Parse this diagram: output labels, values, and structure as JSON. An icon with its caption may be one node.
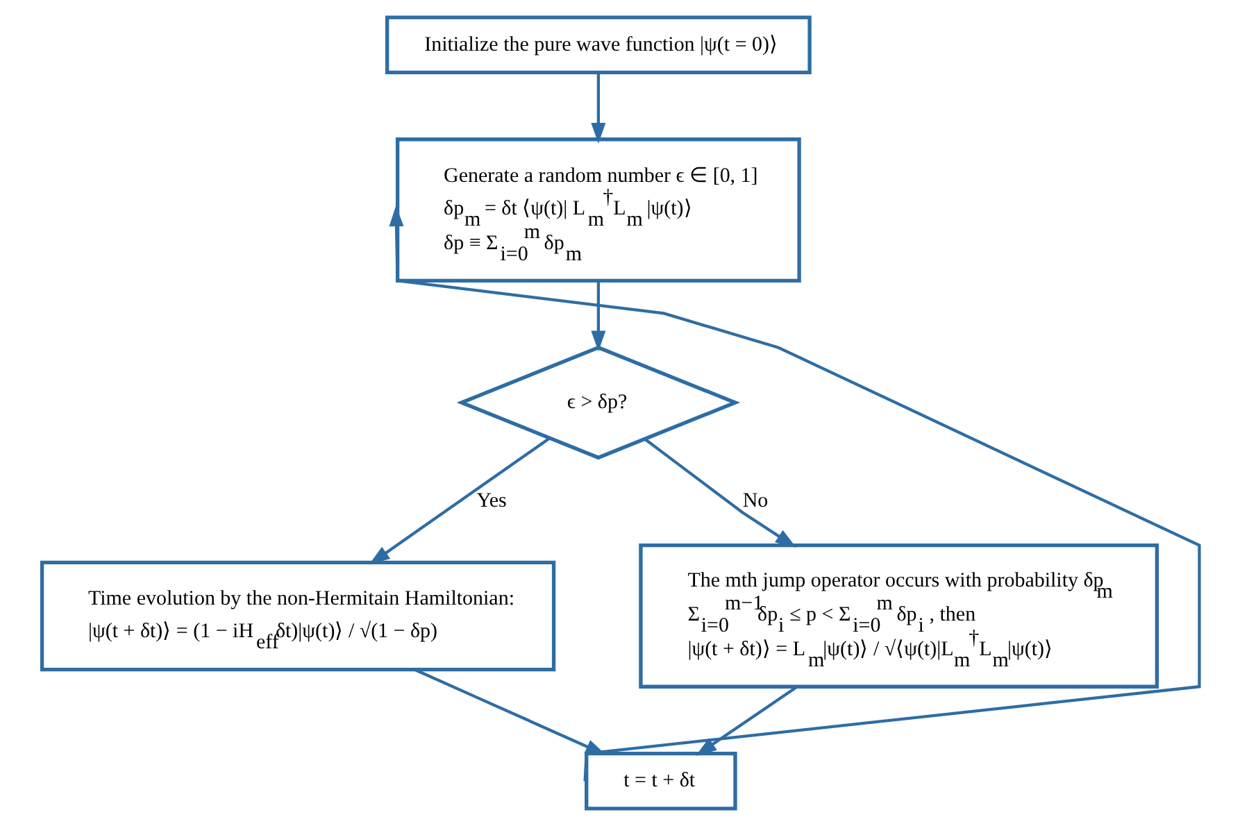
{
  "diagram": {
    "nodes": [
      {
        "text": [
          "Initialize the pure wave function |ψ(t = 0)⟩"
        ]
      },
      {
        "text": [
          "Generate a random number ϵ ∈ [0, 1]",
          "δp$_{m}$ = δt ⟨ψ(t)| L$_{m}$$^{†}$L$_{m}$ |ψ(t)⟩",
          "δp ≡ Σ$_{i=0}$$^{m}$ δp$_{m}$"
        ]
      },
      {
        "text": [
          "ϵ > δp?"
        ]
      },
      {
        "text": [
          "Time evolution by the non-Hermitain Hamiltonian:",
          "|ψ(t + δt)⟩ = (1 − iH$_{eff}$δt)|ψ(t)⟩ / √(1 − δp)"
        ]
      },
      {
        "text": [
          "The mth jump operator occurs with probability δp$_{m}$",
          "Σ$_{i=0}$$^{m−1}$δp$_{i}$ ≤ p < Σ$_{i=0}$$^{m}$ δp$_{i}$ , then",
          "|ψ(t + δt)⟩ = L$_{m}$|ψ(t)⟩ / √⟨ψ(t)|L$_{m}$$^{†}$L$_{m}$|ψ(t)⟩"
        ]
      },
      {
        "text": [
          "t = t + δt"
        ]
      }
    ],
    "edges": [
      {
        "from": 0,
        "to": 1,
        "arrow": "to"
      },
      {
        "from": 1,
        "to": 2,
        "arrow": "to"
      },
      {
        "from": 2,
        "to": 3,
        "label": "Yes",
        "arrow": "to"
      },
      {
        "from": 2,
        "to": 4,
        "label": "No",
        "arrow": "to"
      },
      {
        "from": 3,
        "to": 5,
        "arrow": "to"
      },
      {
        "from": 4,
        "to": 5,
        "arrow": "to"
      },
      {
        "from": 5,
        "to": 1,
        "arrow": "to"
      }
    ]
  }
}
